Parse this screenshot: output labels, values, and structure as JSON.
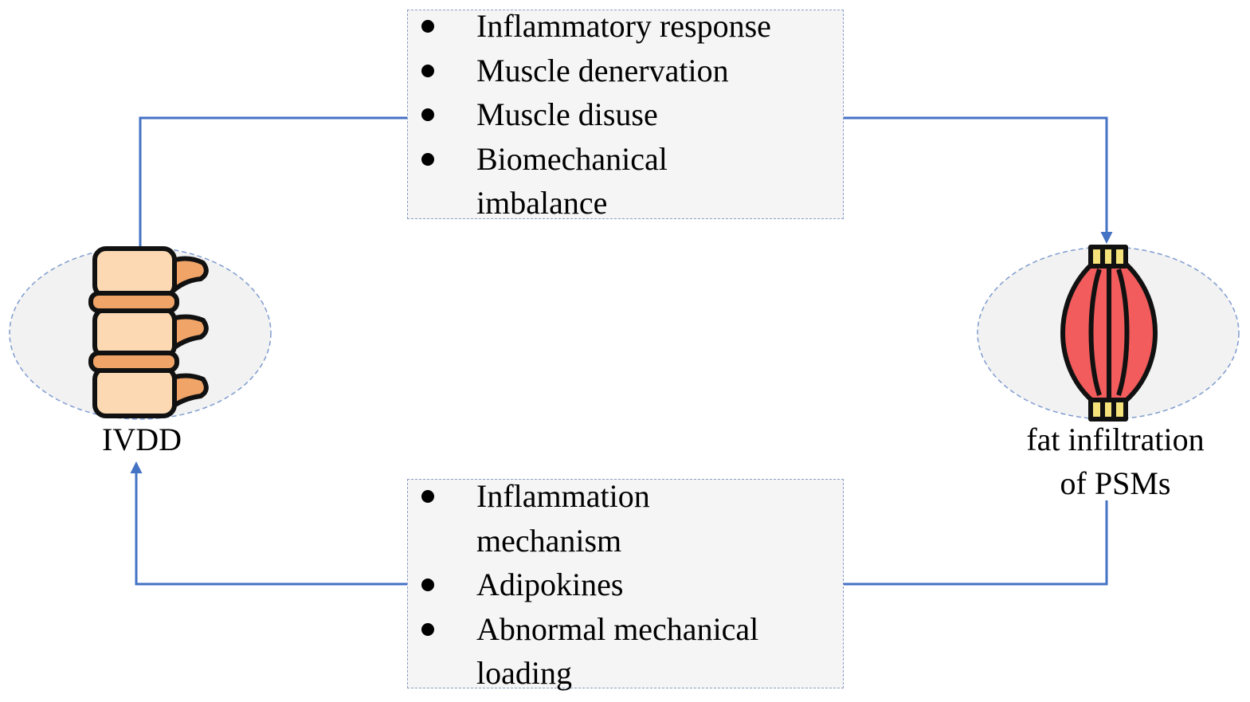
{
  "nodes": {
    "left": {
      "label": "IVDD",
      "icon": "spine-icon"
    },
    "right": {
      "label_lines": [
        "fat infiltration",
        "of PSMs"
      ],
      "icon": "muscle-icon"
    }
  },
  "mechanisms": {
    "top": [
      "Inflammatory response",
      "Muscle denervation",
      "Muscle disuse",
      "Biomechanical imbalance"
    ],
    "bottom": [
      "Inflammation mechanism",
      "Adipokines",
      "Abnormal mechanical loading"
    ]
  },
  "colors": {
    "arrow": "#4472c4",
    "box_fill": "#f5f5f5",
    "box_border": "#8a9fc4",
    "ellipse_fill": "#f2f2f2",
    "ellipse_border": "#7f9ccf",
    "bone": "#fcd9b2",
    "disc": "#f0a468",
    "muscle": "#f25c5c",
    "tendon": "#f5e27a"
  }
}
